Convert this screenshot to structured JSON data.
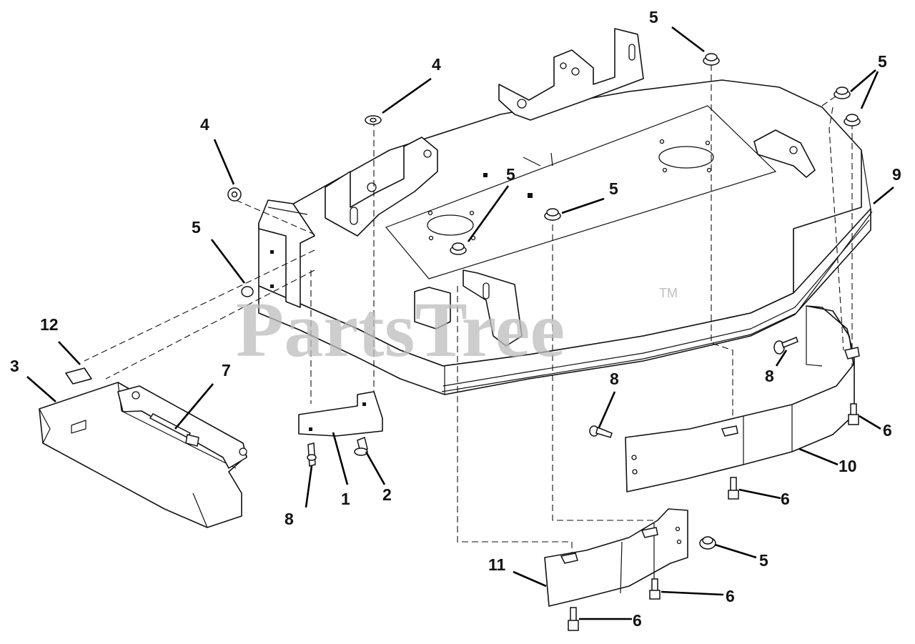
{
  "watermark": {
    "text": "PartsTree",
    "mark": "TM"
  },
  "callouts": [
    {
      "id": "c-5-top",
      "label": "5"
    },
    {
      "id": "c-4-top",
      "label": "4"
    },
    {
      "id": "c-5-right-top",
      "label": "5"
    },
    {
      "id": "c-4-left",
      "label": "4"
    },
    {
      "id": "c-9",
      "label": "9"
    },
    {
      "id": "c-5-center-left",
      "label": "5"
    },
    {
      "id": "c-5-center-right",
      "label": "5"
    },
    {
      "id": "c-5-left",
      "label": "5"
    },
    {
      "id": "c-12",
      "label": "12"
    },
    {
      "id": "c-3",
      "label": "3"
    },
    {
      "id": "c-7",
      "label": "7"
    },
    {
      "id": "c-8-center",
      "label": "8"
    },
    {
      "id": "c-8-right",
      "label": "8"
    },
    {
      "id": "c-6-right",
      "label": "6"
    },
    {
      "id": "c-10",
      "label": "10"
    },
    {
      "id": "c-1",
      "label": "1"
    },
    {
      "id": "c-2",
      "label": "2"
    },
    {
      "id": "c-8-left",
      "label": "8"
    },
    {
      "id": "c-6-center",
      "label": "6"
    },
    {
      "id": "c-5-bottom",
      "label": "5"
    },
    {
      "id": "c-11",
      "label": "11"
    },
    {
      "id": "c-6-bottom-right",
      "label": "6"
    },
    {
      "id": "c-6-bottom",
      "label": "6"
    }
  ]
}
